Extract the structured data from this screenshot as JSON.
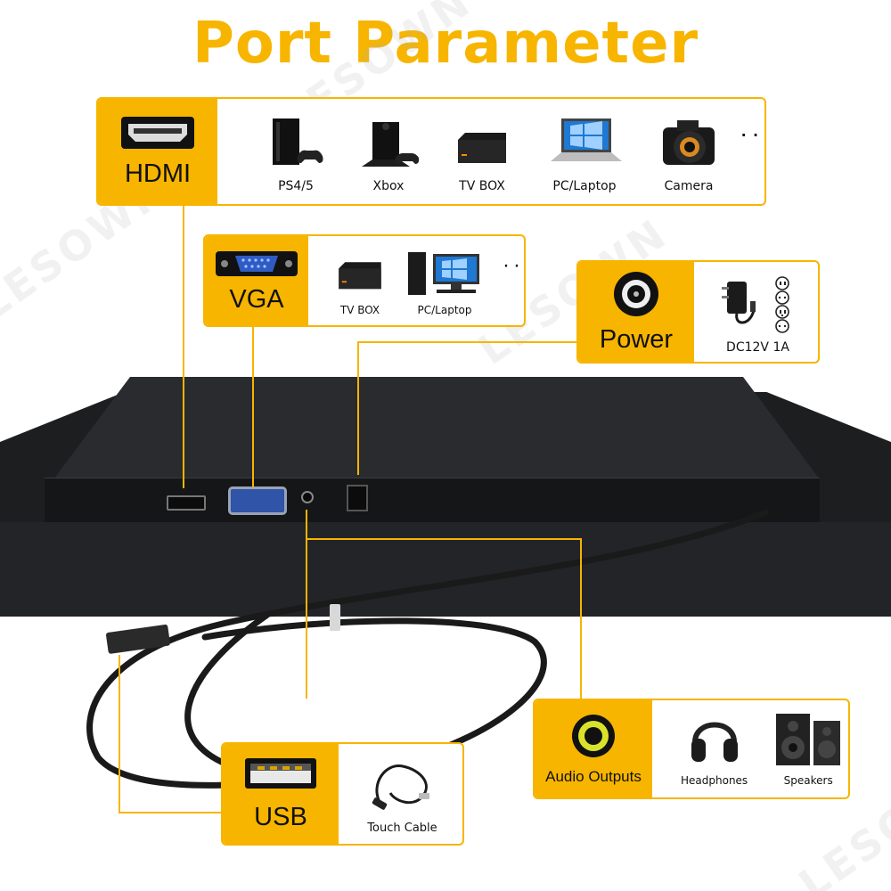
{
  "title": "Port Parameter",
  "watermark": "LESOWN",
  "hdmi": {
    "label": "HDMI",
    "devices": [
      {
        "label": "PS4/5",
        "icon": "console-icon"
      },
      {
        "label": "Xbox",
        "icon": "xbox-icon"
      },
      {
        "label": "TV BOX",
        "icon": "tv-box-icon"
      },
      {
        "label": "PC/Laptop",
        "icon": "laptop-icon"
      },
      {
        "label": "Camera",
        "icon": "camera-icon"
      }
    ],
    "more": "···"
  },
  "vga": {
    "label": "VGA",
    "devices": [
      {
        "label": "TV BOX",
        "icon": "tv-box-icon"
      },
      {
        "label": "PC/Laptop",
        "icon": "desktop-pc-icon"
      }
    ],
    "more": "···"
  },
  "power": {
    "label": "Power",
    "devices": [
      {
        "label": "DC12V 1A",
        "icon": "power-adapter-icon"
      }
    ]
  },
  "audio": {
    "label": "Audio Outputs",
    "devices": [
      {
        "label": "Headphones",
        "icon": "headphones-icon"
      },
      {
        "label": "Speakers",
        "icon": "speakers-icon"
      }
    ]
  },
  "usb": {
    "label": "USB",
    "devices": [
      {
        "label": "Touch Cable",
        "icon": "usb-cable-icon"
      }
    ]
  },
  "colors": {
    "accent": "#f7b500",
    "monitor": "#1d1e20"
  }
}
